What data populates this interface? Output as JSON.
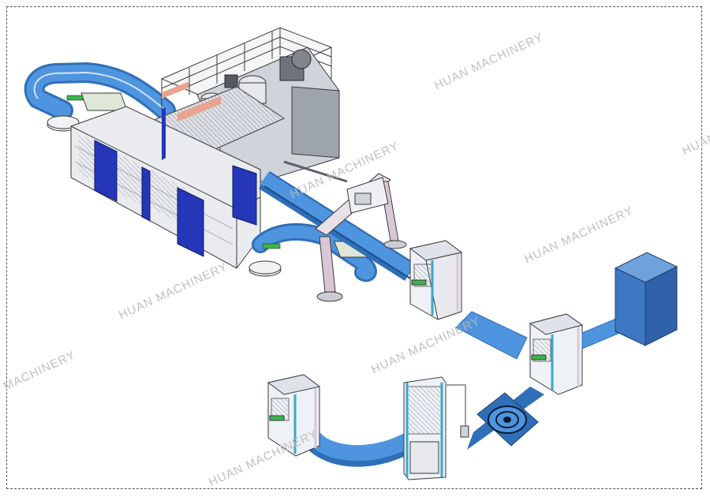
{
  "watermark": {
    "text": "HUAN MACHINERY"
  },
  "colors": {
    "conveyor": "#4f94df",
    "conveyor_dark": "#2f6fb8",
    "machine_blue": "#2536b8",
    "machine_frame": "#d7dce5",
    "line": "#3a3a3a",
    "station_accent": "#3aa9c9",
    "cabinet": "#3e78c2",
    "pink_frame": "#d9c7d7"
  },
  "components": [
    {
      "name": "main-forming-machine",
      "icon": "machine-icon"
    },
    {
      "name": "upper-return-conveyor",
      "icon": "conveyor-icon"
    },
    {
      "name": "main-conveyor",
      "icon": "conveyor-icon"
    },
    {
      "name": "lower-return-conveyor",
      "icon": "conveyor-icon"
    },
    {
      "name": "gantry-robot",
      "icon": "robot-icon"
    },
    {
      "name": "station-1",
      "icon": "station-icon"
    },
    {
      "name": "station-2",
      "icon": "station-icon"
    },
    {
      "name": "station-3",
      "icon": "station-icon"
    },
    {
      "name": "station-4",
      "icon": "station-icon"
    },
    {
      "name": "turntable-unit",
      "icon": "turntable-icon"
    },
    {
      "name": "packing-cabinet",
      "icon": "cabinet-icon"
    }
  ]
}
